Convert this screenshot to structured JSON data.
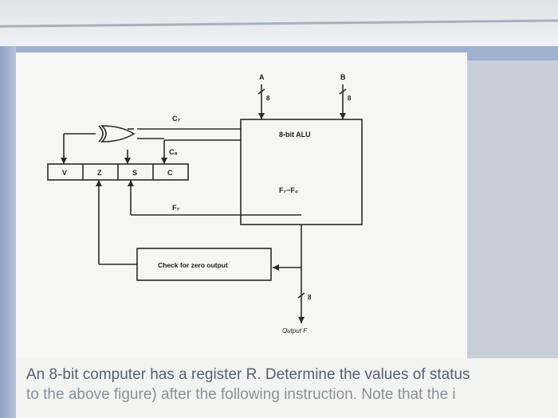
{
  "diagram": {
    "input_a": "A",
    "input_b": "B",
    "bus_width_a": "8",
    "bus_width_b": "8",
    "alu_label": "8-bit ALU",
    "alu_output": "F₇−F₀",
    "carry_c7": "C₇",
    "carry_c8": "C₈",
    "f7_label": "F₇",
    "zero_check": "Check for zero output",
    "output_bus_width": "8",
    "output_label": "Output F",
    "flags": [
      "V",
      "Z",
      "S",
      "C"
    ]
  },
  "text": {
    "line1": "An 8-bit computer has a register R. Determine the values of status",
    "line2": "to the above figure) after the following instruction. Note that the i"
  },
  "colors": {
    "background": "#c9cfd8",
    "figure_bg": "#f6f6f4",
    "line": "#2a2a2a",
    "caption": "#58606b"
  }
}
